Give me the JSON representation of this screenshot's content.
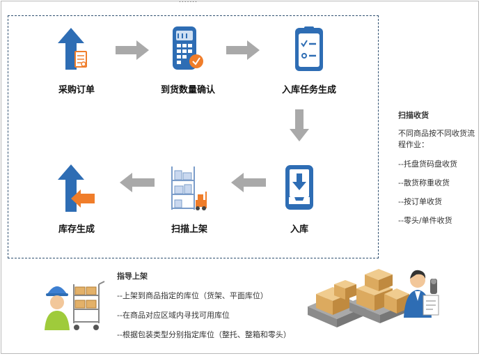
{
  "flow": {
    "nodes": [
      {
        "label": "采购订单",
        "icon": "purchase-order-icon"
      },
      {
        "label": "到货数量确认",
        "icon": "calculator-icon"
      },
      {
        "label": "入库任务生成",
        "icon": "checklist-icon"
      },
      {
        "label": "入库",
        "icon": "inbound-tray-icon"
      },
      {
        "label": "扫描上架",
        "icon": "shelf-forklift-icon"
      },
      {
        "label": "库存生成",
        "icon": "inventory-arrow-icon"
      }
    ]
  },
  "side_panel": {
    "title": "扫描收货",
    "description": "不同商品按不同收货流程作业：",
    "items": [
      "--托盘货码盘收货",
      "--散货称重收货",
      "--按订单收货",
      "--零头/单件收货"
    ]
  },
  "guide_panel": {
    "title": "指导上架",
    "items": [
      "--上架到商品指定的库位（货架、平面库位）",
      "--在商品对应区域内寻找可用库位",
      "--根据包装类型分别指定库位（整托、整箱和零头）"
    ]
  },
  "colors": {
    "blue": "#2e6db4",
    "orange": "#f07d2a",
    "gray_arrow": "#a9a9a9",
    "border": "#2f4f6f"
  }
}
